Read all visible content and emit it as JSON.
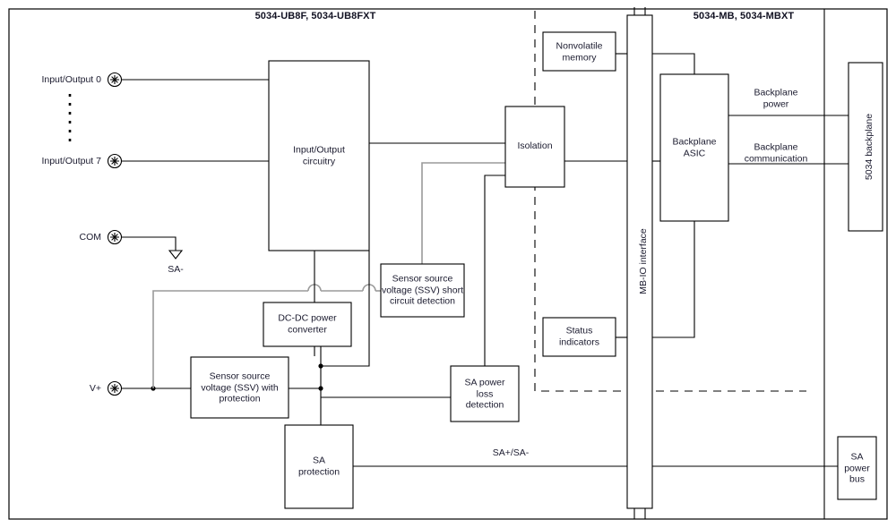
{
  "figure": {
    "kind": "block-diagram",
    "left_section_title": "5034-UB8F, 5034-UB8FXT",
    "right_section_title": "5034-MB, 5034-MBXT"
  },
  "blocks": {
    "io_circuitry": "Input/Output\ncircuitry",
    "isolation": "Isolation",
    "nonvolatile_memory": "Nonvolatile\nmemory",
    "backplane_asic": "Backplane\nASIC",
    "backplane_5034": "5034 backplane",
    "mb_io_interface": "MB-IO interface",
    "status_indicators": "Status\nindicators",
    "ssv_short_circuit_detection": "Sensor source\nvoltage (SSV) short\ncircuit detection",
    "dcdc_power_converter": "DC-DC power\nconverter",
    "ssv_with_protection": "Sensor source\nvoltage (SSV) with\nprotection",
    "sa_power_loss_detection": "SA power\nloss\ndetection",
    "sa_protection": "SA\nprotection",
    "sa_power_bus": "SA\npower\nbus"
  },
  "terminals": [
    {
      "id": "io0",
      "label": "Input/Output 0"
    },
    {
      "id": "io7",
      "label": "Input/Output 7"
    },
    {
      "id": "com",
      "label": "COM"
    },
    {
      "id": "vplus",
      "label": "V+"
    }
  ],
  "wire_labels": {
    "sa_minus_ground": "SA-",
    "backplane_power": "Backplane\npower",
    "backplane_communication": "Backplane\ncommunication",
    "sa_bus": "SA+/SA-"
  },
  "colors": {
    "line": "#000000",
    "gray_line": "#9a9a9a",
    "text": "#1a1a2e",
    "background": "#ffffff"
  }
}
